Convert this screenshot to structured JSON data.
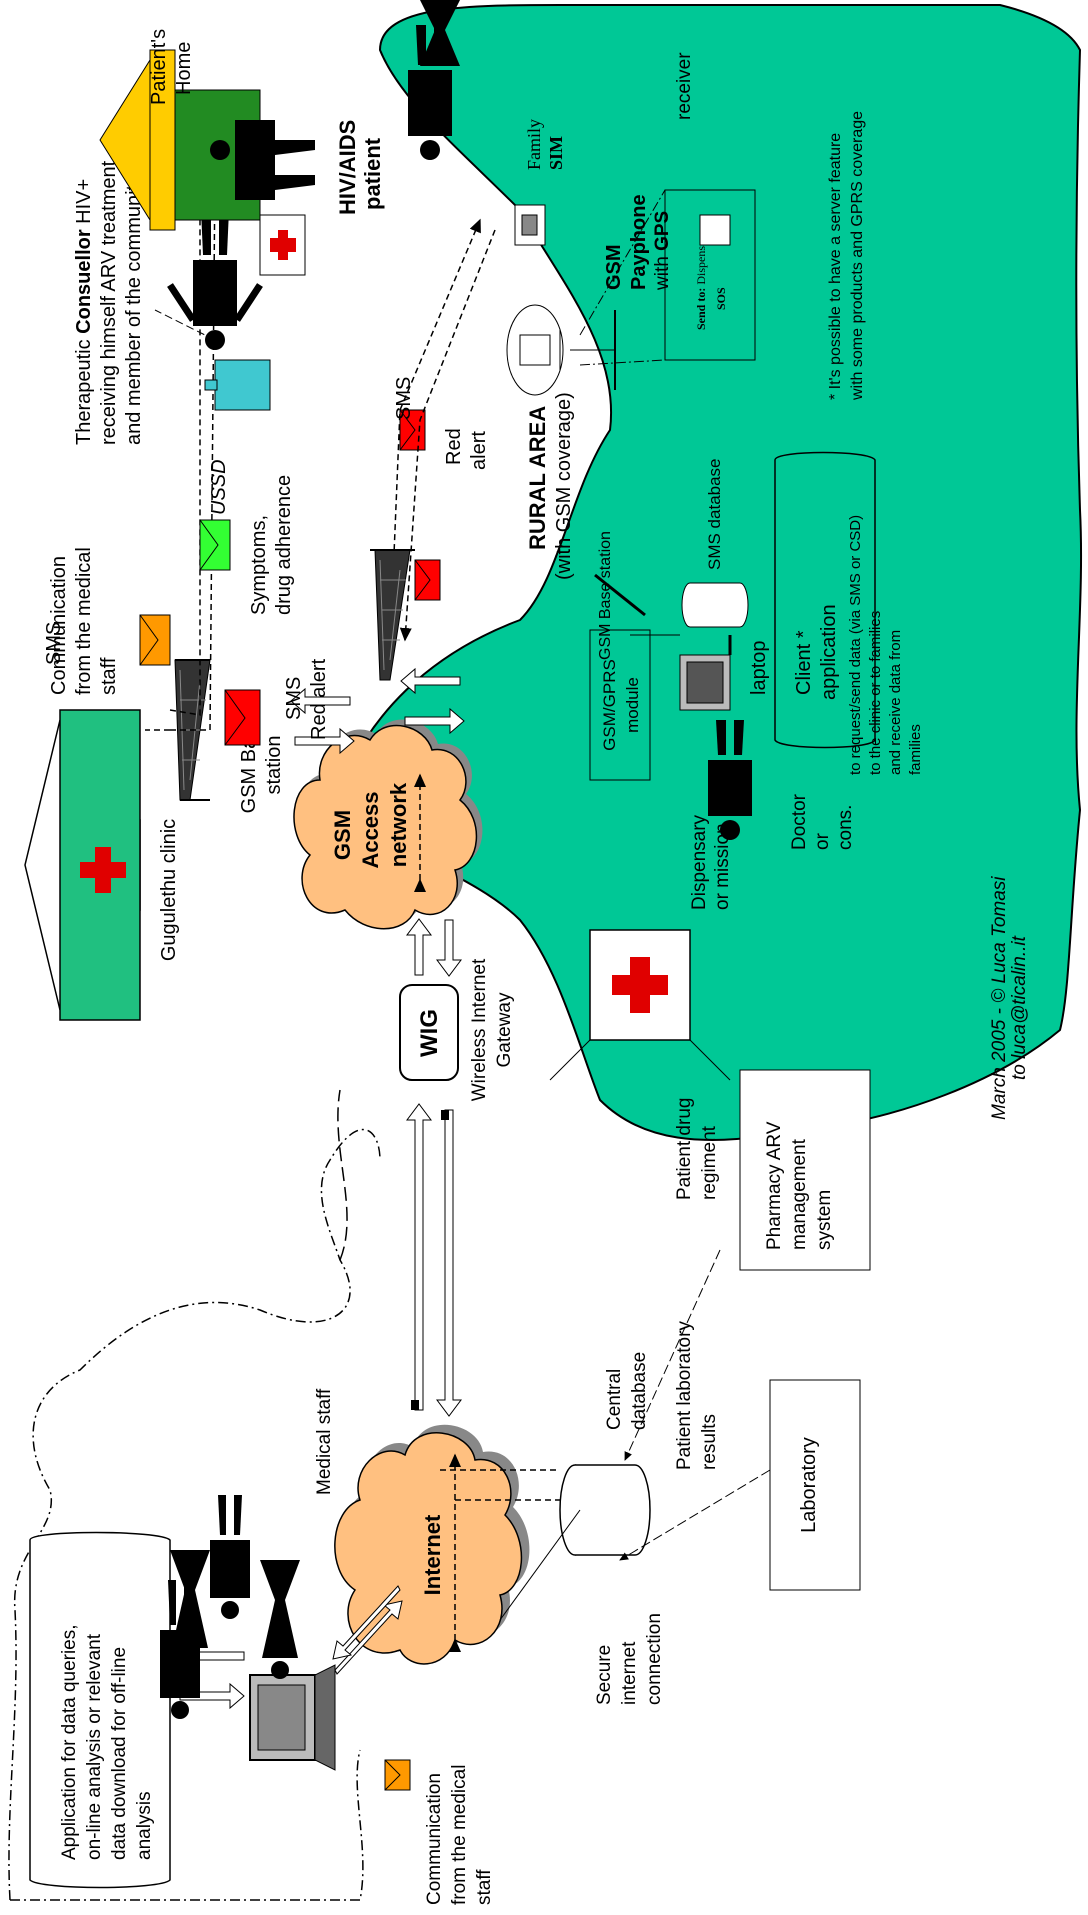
{
  "title": {
    "line1": "Therapeutic ",
    "line1_bold": "Consuellor",
    "line1_tail": " HIV+",
    "line2": "receiving himself ARV treatment",
    "line3": "and member of the community"
  },
  "patient_home": {
    "line1": "Patient's",
    "line2": "Home"
  },
  "hiv_patient": {
    "line1": "HIV/AIDS",
    "line2": "patient"
  },
  "family_sim": {
    "line1": "Family",
    "line2": "SIM"
  },
  "payphone": {
    "line1": "GSM",
    "line2": "Payphone",
    "line3": "with ",
    "line3_bold": "GPS",
    "line4": "receiver"
  },
  "sos_screen": {
    "send_to_bold": "Send to:",
    "send_to": " Dispensary",
    "sos": "SOS"
  },
  "footnote": {
    "line1": "* It's possible to have a server feature",
    "line2": "with some products and GPRS coverage"
  },
  "rural_area": {
    "title": "RURAL AREA",
    "subtitle": "(with GSM coverage)"
  },
  "sms_top": {
    "sms": "SMS",
    "red": "Red",
    "alert": "alert"
  },
  "sms_database": "SMS database",
  "client_app": {
    "line1": "Client *",
    "line2": "application",
    "line3": "to request/send data (via SMS or CSD)",
    "line4": "to the clinic or to families",
    "line5": "and receive data from",
    "line6": "families"
  },
  "gsm_base_rural": "GSM Base station",
  "gsm_gprs_module": {
    "line1": "GSM/GPRS",
    "line2": "module"
  },
  "laptop": "laptop",
  "doctor": {
    "line1": "Doctor",
    "line2": "or",
    "line3": "cons."
  },
  "dispensary": {
    "line1": "Dispensary",
    "line2": "or mission"
  },
  "credit": {
    "line1": "March 2005 - © Luca Tomasi",
    "line2": "to luca@ticalin..it"
  },
  "comm_top": {
    "line1": "Communication",
    "line2": "from the medical",
    "line3": "staff"
  },
  "sms_orange": "SMS",
  "sms_red": {
    "sms": "SMS",
    "red_alert": "Red alert"
  },
  "ussd": "USSD",
  "symptoms": {
    "line1": "Symptoms,",
    "line2": "drug adherence"
  },
  "gsm_base_left": {
    "line1": "GSM Base",
    "line2": "station"
  },
  "gsm_access": {
    "line1": "GSM",
    "line2": "Access",
    "line3": "network"
  },
  "gugulethu": "Gugulethu clinic",
  "wig": {
    "label": "WIG",
    "line1": "Wireless Internet",
    "line2": "Gateway"
  },
  "medical_staff": "Medical staff",
  "internet": "Internet",
  "central_db": {
    "line1": "Central",
    "line2": "database"
  },
  "drug_regiment": {
    "line1": "Patient drug",
    "line2": "regiment"
  },
  "pharmacy": {
    "line1": "Pharmacy ARV",
    "line2": "management",
    "line3": "system"
  },
  "lab_results": {
    "line1": "Patient laboratory",
    "line2": "results"
  },
  "laboratory": "Laboratory",
  "secure_conn": {
    "line1": "Secure",
    "line2": "internet",
    "line3": "connection"
  },
  "application": {
    "line1": "Application for data queries,",
    "line2": "on-line analysis or relevant",
    "line3": "data download  for off-line",
    "line4": "analysis"
  },
  "comm_bottom": {
    "line1": "Communication",
    "line2": "from the medical",
    "line3": "staff"
  },
  "colors": {
    "rural_green": "#00c896",
    "cloud": "#ffc080",
    "sms_red": "#ff0000",
    "sms_orange": "#ff9900",
    "sms_green": "#33ff33",
    "clinic_green": "#20c080",
    "roof_yellow": "#ffcc00",
    "house_green": "#228b22",
    "phone_cyan": "#40c8d0"
  }
}
